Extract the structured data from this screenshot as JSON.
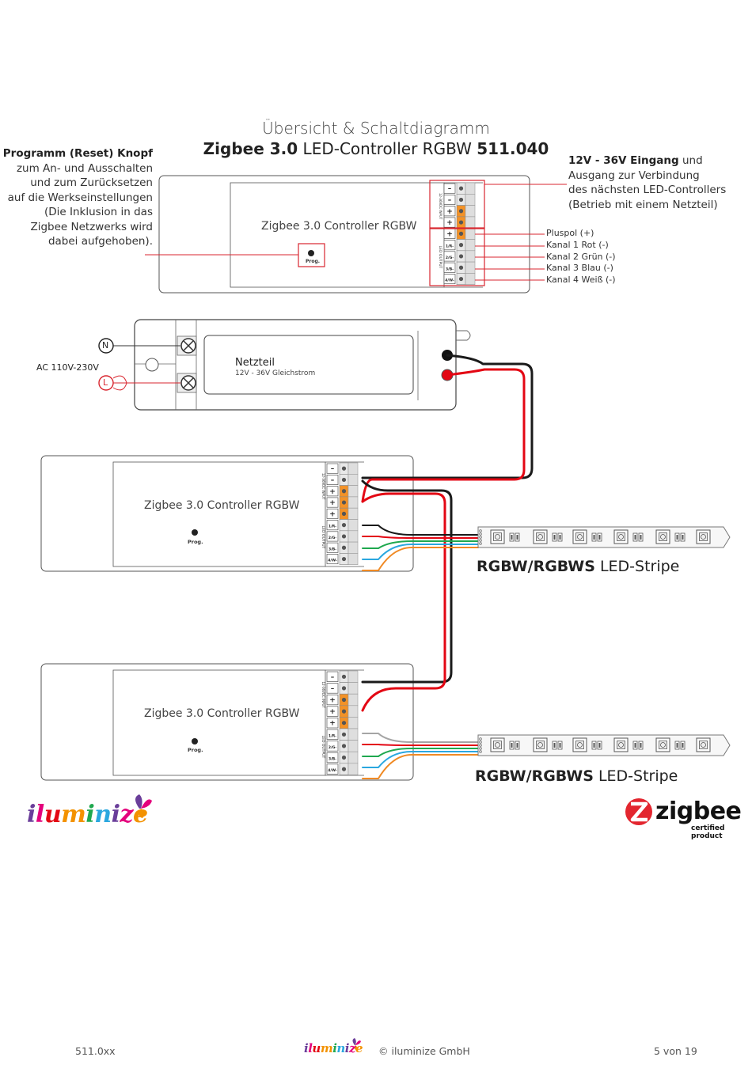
{
  "title": {
    "line1": "Übersicht & Schaltdiagramm",
    "line2_bold1": "Zigbee 3.0",
    "line2_regular": "LED-Controller RGBW",
    "line2_bold2": "511.040"
  },
  "annotation_left": {
    "heading": "Programm (Reset) Knopf",
    "lines": [
      "zum An- und Ausschalten",
      "und zum Zurücksetzen",
      "auf die Werkseinstellungen",
      "(Die Inklusion in das",
      "Zigbee Netzwerks wird",
      "dabei aufgehoben)."
    ]
  },
  "annotation_right": {
    "bold": "12V - 36V Eingang",
    "rest_first": " und",
    "lines": [
      "Ausgang zur Verbindung",
      "des nächsten LED-Controllers",
      "(Betrieb mit einem Netzteil)"
    ]
  },
  "pin_labels": [
    "Pluspol (+)",
    "Kanal 1 Rot (-)",
    "Kanal 2 Grün (-)",
    "Kanal 3 Blau (-)",
    "Kanal 4 Weiß (-)"
  ],
  "controller_label": "Zigbee 3.0 Controller RGBW",
  "prog_label": "Prog.",
  "input_label": "12-36VDC INPUT",
  "output_label": "LED OUTPUT",
  "terminals": {
    "input": [
      "–",
      "–",
      "+",
      "+"
    ],
    "output": [
      "+",
      "1/R-",
      "2/G-",
      "3/B-",
      "4/W-"
    ]
  },
  "psu": {
    "title": "Netzteil",
    "subtitle": "12V - 36V Gleichstrom",
    "ac_label": "AC 110V-230V",
    "n": "N",
    "l": "L"
  },
  "stripe": {
    "bold": "RGBW/RGBWS",
    "regular": "LED-Stripe"
  },
  "colors": {
    "terminal_orange": "#f39227",
    "wire_red": "#e30613",
    "wire_black": "#1a1a1a",
    "wire_green": "#1fa84f",
    "wire_blue": "#2aa7df",
    "wire_orange": "#f08a24",
    "wire_grey": "#a5a5a5",
    "annotation_red": "#d9262f",
    "zigbee_red": "#e3262f"
  },
  "logos": {
    "brand": "iluminize",
    "zigbee_word": "zigbee",
    "zigbee_sub1": "certified",
    "zigbee_sub2": "product"
  },
  "footer": {
    "left": "511.0xx",
    "center": "© iluminize GmbH",
    "right": "5 von 19"
  }
}
